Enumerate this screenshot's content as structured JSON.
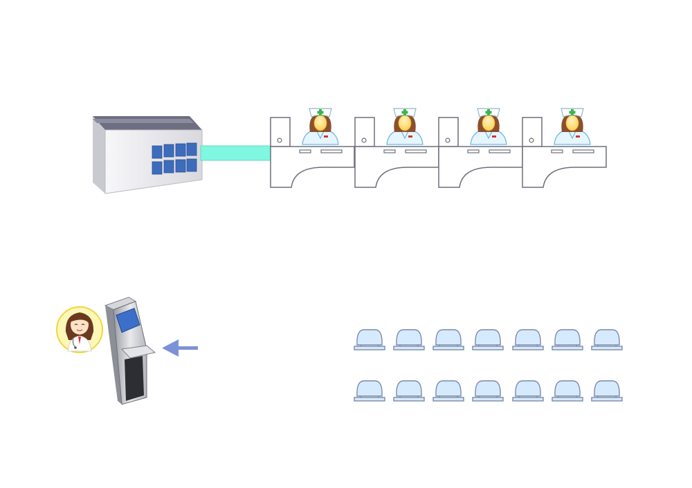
{
  "scene": {
    "background": "#ffffff",
    "elements": {
      "server": {
        "icon": "server-building-icon"
      },
      "connector": {
        "icon": "connector-bar",
        "color": "#80f7e0"
      },
      "counters": [
        {
          "icon": "reception-counter",
          "staff_icon": "nurse-icon"
        },
        {
          "icon": "reception-counter",
          "staff_icon": "nurse-icon"
        },
        {
          "icon": "reception-counter",
          "staff_icon": "nurse-icon"
        },
        {
          "icon": "reception-counter",
          "staff_icon": "nurse-icon"
        }
      ],
      "doctor": {
        "icon": "doctor-avatar-icon",
        "circle_color": "#fdf7b8",
        "circle_border": "#f0d63c"
      },
      "kiosk": {
        "icon": "queue-kiosk-icon",
        "screen_color": "#3c6fc9"
      },
      "arrow": {
        "icon": "arrow-left-icon",
        "color": "#7b93d4"
      },
      "seat_rows": [
        {
          "seats": 7,
          "icon": "waiting-chair-icon"
        },
        {
          "seats": 7,
          "icon": "waiting-chair-icon"
        }
      ],
      "colors": {
        "outline": "#6b6f7a",
        "server_roof": "#6c6d80",
        "server_face": "#eeeef2",
        "server_window": "#3f6fbd",
        "nurse_skin": "#ffd86a",
        "nurse_hair": "#8a4f2e",
        "nurse_cross": "#3cb44a",
        "seat_fill": "#d6eafd",
        "seat_stroke": "#7b89a6"
      }
    }
  }
}
